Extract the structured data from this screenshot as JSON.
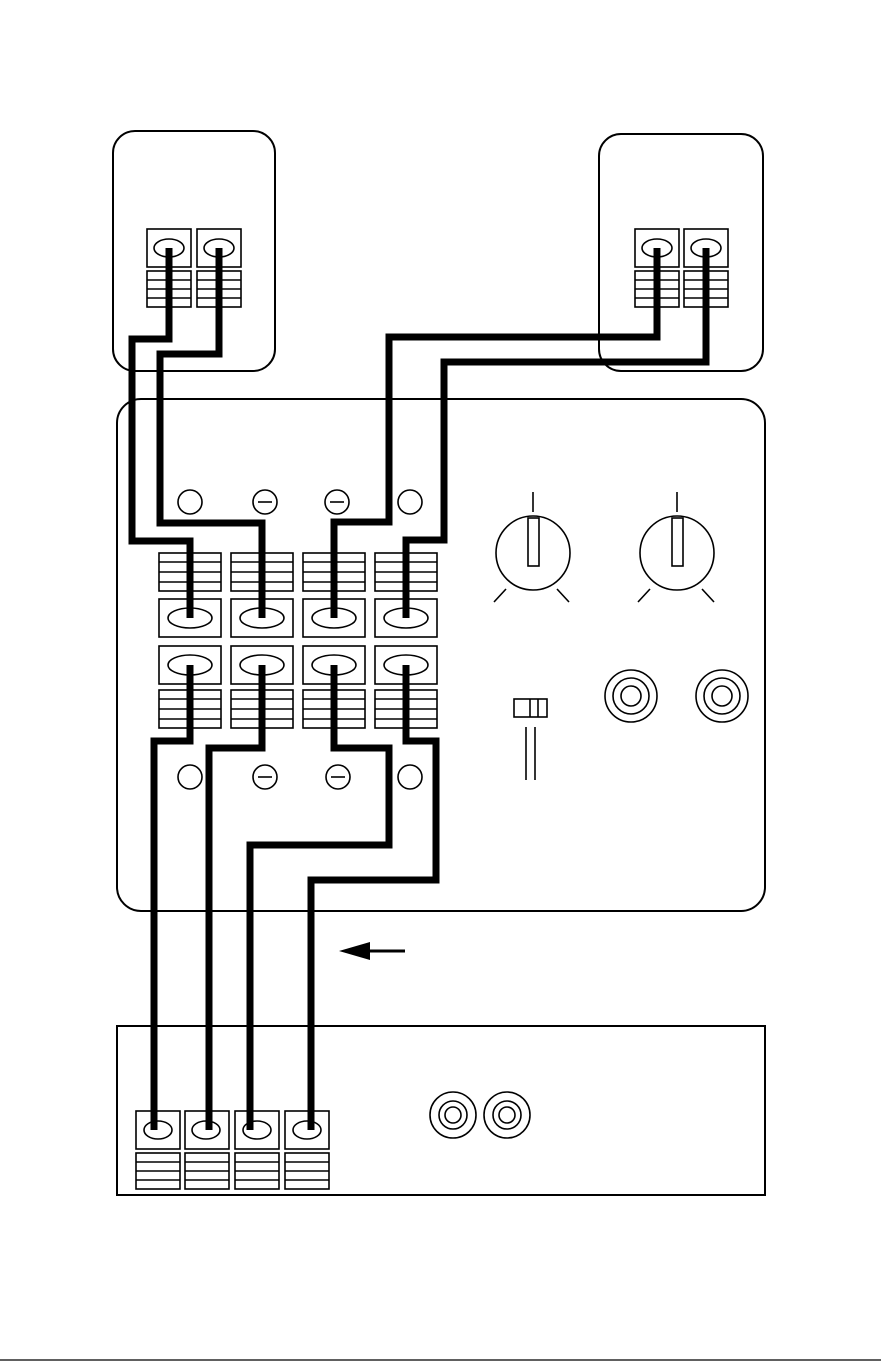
{
  "diagram": {
    "kind": "speaker-wiring",
    "devices": [
      {
        "id": "left-speaker",
        "terminals": 2
      },
      {
        "id": "right-speaker",
        "terminals": 2
      },
      {
        "id": "crossover-panel",
        "terminals": 8,
        "knobs": 2,
        "rca_jacks": 2,
        "switch": 1
      },
      {
        "id": "amplifier",
        "terminals": 4,
        "rca_jacks": 2
      }
    ],
    "polarity_marks": {
      "top_row": [
        "plus",
        "minus",
        "minus",
        "plus"
      ],
      "bottom_row": [
        "plus",
        "minus",
        "minus",
        "plus"
      ]
    },
    "arrow_direction": "left"
  }
}
